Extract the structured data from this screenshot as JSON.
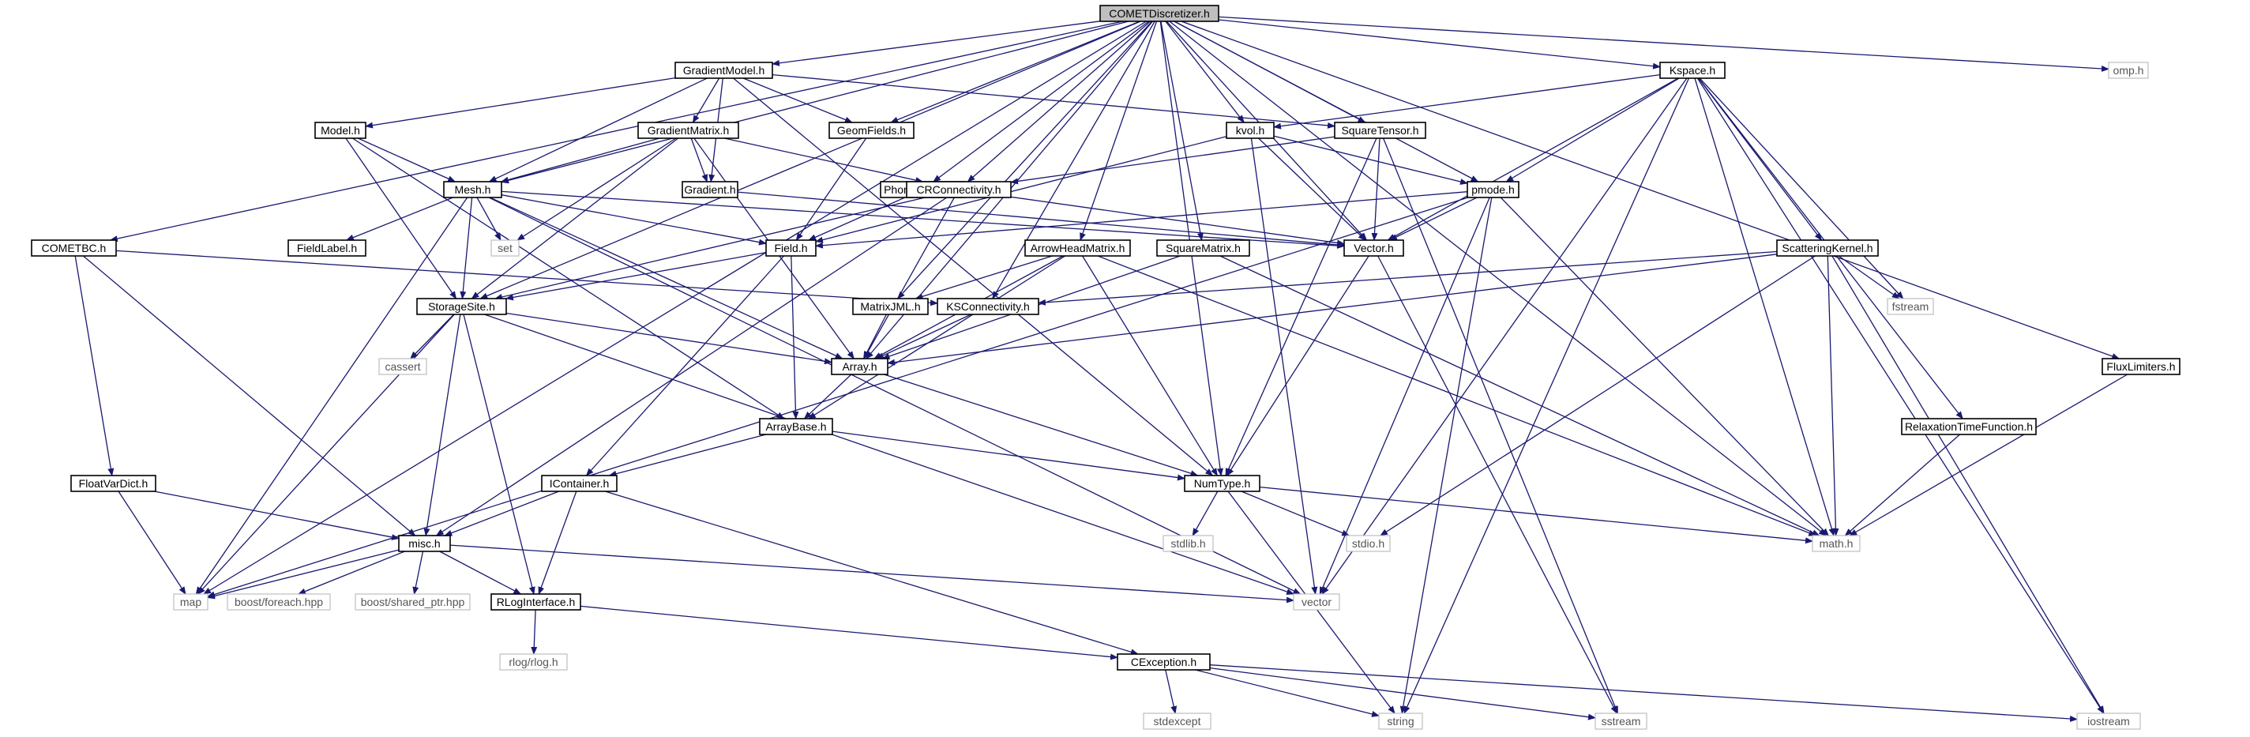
{
  "root": "COMETDiscretizer.h",
  "nodes": [
    {
      "id": "cometdisc",
      "label": "COMETDiscretizer.h",
      "root": true
    },
    {
      "id": "gradmodel",
      "label": "GradientModel.h"
    },
    {
      "id": "kspace",
      "label": "Kspace.h"
    },
    {
      "id": "omp",
      "label": "omp.h",
      "system": true
    },
    {
      "id": "model",
      "label": "Model.h"
    },
    {
      "id": "gradmatrix",
      "label": "GradientMatrix.h"
    },
    {
      "id": "geomfields",
      "label": "GeomFields.h"
    },
    {
      "id": "kvol",
      "label": "kvol.h"
    },
    {
      "id": "sqtensor",
      "label": "SquareTensor.h"
    },
    {
      "id": "mesh",
      "label": "Mesh.h"
    },
    {
      "id": "gradient",
      "label": "Gradient.h"
    },
    {
      "id": "phononmacro",
      "label": "PhononMacro.h"
    },
    {
      "id": "crconn",
      "label": "CRConnectivity.h"
    },
    {
      "id": "pmode",
      "label": "pmode.h"
    },
    {
      "id": "cometbc",
      "label": "COMETBC.h"
    },
    {
      "id": "fieldlabel",
      "label": "FieldLabel.h"
    },
    {
      "id": "set",
      "label": "set",
      "system": true
    },
    {
      "id": "field",
      "label": "Field.h"
    },
    {
      "id": "arrowhead",
      "label": "ArrowHeadMatrix.h"
    },
    {
      "id": "sqmatrix",
      "label": "SquareMatrix.h"
    },
    {
      "id": "vector_h",
      "label": "Vector.h"
    },
    {
      "id": "scattering",
      "label": "ScatteringKernel.h"
    },
    {
      "id": "storagesite",
      "label": "StorageSite.h"
    },
    {
      "id": "matrixjml",
      "label": "MatrixJML.h"
    },
    {
      "id": "ksconn",
      "label": "KSConnectivity.h"
    },
    {
      "id": "fstream",
      "label": "fstream",
      "system": true
    },
    {
      "id": "cassert",
      "label": "cassert",
      "system": true
    },
    {
      "id": "array",
      "label": "Array.h"
    },
    {
      "id": "fluxlim",
      "label": "FluxLimiters.h"
    },
    {
      "id": "arraybase",
      "label": "ArrayBase.h"
    },
    {
      "id": "relaxfunc",
      "label": "RelaxationTimeFunction.h"
    },
    {
      "id": "floatvar",
      "label": "FloatVarDict.h"
    },
    {
      "id": "icontainer",
      "label": "IContainer.h"
    },
    {
      "id": "numtype",
      "label": "NumType.h"
    },
    {
      "id": "misc",
      "label": "misc.h"
    },
    {
      "id": "stdlib",
      "label": "stdlib.h",
      "system": true
    },
    {
      "id": "stdio",
      "label": "stdio.h",
      "system": true
    },
    {
      "id": "math",
      "label": "math.h",
      "system": true
    },
    {
      "id": "map",
      "label": "map",
      "system": true
    },
    {
      "id": "foreach",
      "label": "boost/foreach.hpp",
      "system": true
    },
    {
      "id": "sharedptr",
      "label": "boost/shared_ptr.hpp",
      "system": true
    },
    {
      "id": "rlog",
      "label": "RLogInterface.h"
    },
    {
      "id": "vector",
      "label": "vector",
      "system": true
    },
    {
      "id": "rlogh",
      "label": "rlog/rlog.h",
      "system": true
    },
    {
      "id": "cexception",
      "label": "CException.h"
    },
    {
      "id": "stdexcept",
      "label": "stdexcept",
      "system": true
    },
    {
      "id": "string",
      "label": "string",
      "system": true
    },
    {
      "id": "sstream",
      "label": "sstream",
      "system": true
    },
    {
      "id": "iostream",
      "label": "iostream",
      "system": true
    }
  ],
  "edges": [
    [
      "cometdisc",
      "gradmodel"
    ],
    [
      "cometdisc",
      "kspace"
    ],
    [
      "cometdisc",
      "omp"
    ],
    [
      "cometdisc",
      "geomfields"
    ],
    [
      "cometdisc",
      "kvol"
    ],
    [
      "cometdisc",
      "sqtensor"
    ],
    [
      "cometdisc",
      "mesh"
    ],
    [
      "cometdisc",
      "phononmacro"
    ],
    [
      "cometdisc",
      "crconn"
    ],
    [
      "cometdisc",
      "pmode"
    ],
    [
      "cometdisc",
      "cometbc"
    ],
    [
      "cometdisc",
      "arrowhead"
    ],
    [
      "cometdisc",
      "sqmatrix"
    ],
    [
      "cometdisc",
      "vector_h"
    ],
    [
      "cometdisc",
      "storagesite"
    ],
    [
      "cometdisc",
      "matrixjml"
    ],
    [
      "cometdisc",
      "ksconn"
    ],
    [
      "cometdisc",
      "array"
    ],
    [
      "cometdisc",
      "fluxlim"
    ],
    [
      "cometdisc",
      "numtype"
    ],
    [
      "cometdisc",
      "math"
    ],
    [
      "cometdisc",
      "map"
    ],
    [
      "gradmodel",
      "model"
    ],
    [
      "gradmodel",
      "gradmatrix"
    ],
    [
      "gradmodel",
      "geomfields"
    ],
    [
      "gradmodel",
      "mesh"
    ],
    [
      "gradmodel",
      "gradient"
    ],
    [
      "gradmodel",
      "numtype"
    ],
    [
      "gradmodel",
      "sqtensor"
    ],
    [
      "kspace",
      "kvol"
    ],
    [
      "kspace",
      "pmode"
    ],
    [
      "kspace",
      "vector_h"
    ],
    [
      "kspace",
      "scattering"
    ],
    [
      "kspace",
      "fstream"
    ],
    [
      "kspace",
      "relaxfunc"
    ],
    [
      "kspace",
      "math"
    ],
    [
      "kspace",
      "vector"
    ],
    [
      "kspace",
      "string"
    ],
    [
      "kspace",
      "iostream"
    ],
    [
      "model",
      "mesh"
    ],
    [
      "model",
      "storagesite"
    ],
    [
      "model",
      "arraybase"
    ],
    [
      "gradmatrix",
      "mesh"
    ],
    [
      "gradmatrix",
      "gradient"
    ],
    [
      "gradmatrix",
      "crconn"
    ],
    [
      "gradmatrix",
      "storagesite"
    ],
    [
      "gradmatrix",
      "array"
    ],
    [
      "gradmatrix",
      "set"
    ],
    [
      "geomfields",
      "field"
    ],
    [
      "kvol",
      "pmode"
    ],
    [
      "kvol",
      "vector_h"
    ],
    [
      "kvol",
      "field"
    ],
    [
      "kvol",
      "vector"
    ],
    [
      "sqtensor",
      "vector_h"
    ],
    [
      "sqtensor",
      "numtype"
    ],
    [
      "sqtensor",
      "sstream"
    ],
    [
      "sqtensor",
      "crconn"
    ],
    [
      "mesh",
      "fieldlabel"
    ],
    [
      "mesh",
      "set"
    ],
    [
      "mesh",
      "field"
    ],
    [
      "mesh",
      "storagesite"
    ],
    [
      "mesh",
      "array"
    ],
    [
      "mesh",
      "vector_h"
    ],
    [
      "mesh",
      "map"
    ],
    [
      "mesh",
      "vector"
    ],
    [
      "gradient",
      "vector_h"
    ],
    [
      "phononmacro",
      "field"
    ],
    [
      "crconn",
      "storagesite"
    ],
    [
      "crconn",
      "array"
    ],
    [
      "crconn",
      "vector_h"
    ],
    [
      "crconn",
      "misc"
    ],
    [
      "pmode",
      "vector_h"
    ],
    [
      "pmode",
      "field"
    ],
    [
      "pmode",
      "math"
    ],
    [
      "pmode",
      "vector"
    ],
    [
      "pmode",
      "string"
    ],
    [
      "pmode",
      "map"
    ],
    [
      "cometbc",
      "misc"
    ],
    [
      "cometbc",
      "floatvar"
    ],
    [
      "cometbc",
      "ksconn"
    ],
    [
      "field",
      "storagesite"
    ],
    [
      "field",
      "arraybase"
    ],
    [
      "field",
      "icontainer"
    ],
    [
      "arrowhead",
      "matrixjml"
    ],
    [
      "arrowhead",
      "array"
    ],
    [
      "arrowhead",
      "arraybase"
    ],
    [
      "arrowhead",
      "numtype"
    ],
    [
      "arrowhead",
      "math"
    ],
    [
      "sqmatrix",
      "array"
    ],
    [
      "sqmatrix",
      "math"
    ],
    [
      "vector_h",
      "numtype"
    ],
    [
      "vector_h",
      "sstream"
    ],
    [
      "scattering",
      "ksconn"
    ],
    [
      "scattering",
      "fstream"
    ],
    [
      "scattering",
      "array"
    ],
    [
      "scattering",
      "math"
    ],
    [
      "scattering",
      "stdio"
    ],
    [
      "scattering",
      "iostream"
    ],
    [
      "storagesite",
      "array"
    ],
    [
      "storagesite",
      "cassert"
    ],
    [
      "storagesite",
      "misc"
    ],
    [
      "storagesite",
      "rlog"
    ],
    [
      "storagesite",
      "vector"
    ],
    [
      "storagesite",
      "map"
    ],
    [
      "matrixjml",
      "array"
    ],
    [
      "ksconn",
      "array"
    ],
    [
      "array",
      "arraybase"
    ],
    [
      "array",
      "numtype"
    ],
    [
      "fluxlim",
      "math"
    ],
    [
      "arraybase",
      "icontainer"
    ],
    [
      "arraybase",
      "numtype"
    ],
    [
      "relaxfunc",
      "math"
    ],
    [
      "floatvar",
      "misc"
    ],
    [
      "floatvar",
      "map"
    ],
    [
      "icontainer",
      "misc"
    ],
    [
      "icontainer",
      "rlog"
    ],
    [
      "icontainer",
      "cexception"
    ],
    [
      "numtype",
      "stdlib"
    ],
    [
      "numtype",
      "stdio"
    ],
    [
      "numtype",
      "math"
    ],
    [
      "numtype",
      "string"
    ],
    [
      "misc",
      "map"
    ],
    [
      "misc",
      "foreach"
    ],
    [
      "misc",
      "sharedptr"
    ],
    [
      "misc",
      "rlog"
    ],
    [
      "misc",
      "vector"
    ],
    [
      "rlog",
      "rlogh"
    ],
    [
      "rlog",
      "cexception"
    ],
    [
      "cexception",
      "stdexcept"
    ],
    [
      "cexception",
      "string"
    ],
    [
      "cexception",
      "sstream"
    ],
    [
      "cexception",
      "iostream"
    ]
  ]
}
